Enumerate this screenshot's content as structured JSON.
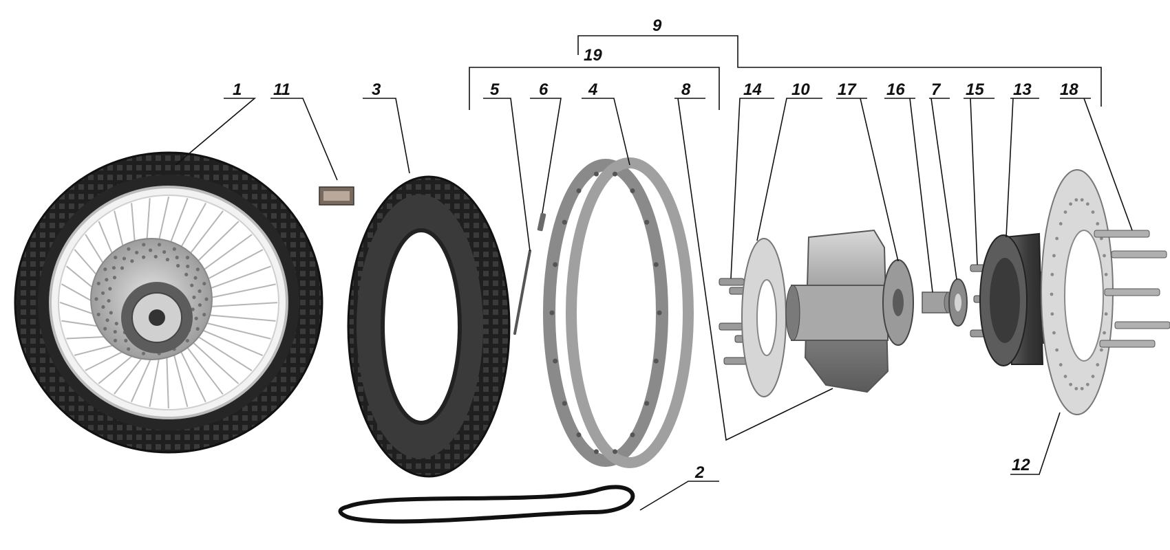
{
  "callouts": {
    "c1": "1",
    "c2": "2",
    "c3": "3",
    "c4": "4",
    "c5": "5",
    "c6": "6",
    "c7": "7",
    "c8": "8",
    "c9": "9",
    "c10": "10",
    "c11": "11",
    "c12": "12",
    "c13": "13",
    "c14": "14",
    "c15": "15",
    "c16": "16",
    "c17": "17",
    "c18": "18",
    "c19": "19"
  },
  "colors": {
    "tire": "#1c1c1c",
    "rim": "#c9c9c9",
    "metal": "#a8a8a8",
    "dark_metal": "#4a4a4a",
    "line": "#111111"
  },
  "parts": [
    {
      "id": "1",
      "name": "wheel-assembly"
    },
    {
      "id": "2",
      "name": "rim-tape"
    },
    {
      "id": "3",
      "name": "tire"
    },
    {
      "id": "4",
      "name": "rim"
    },
    {
      "id": "5",
      "name": "spoke"
    },
    {
      "id": "6",
      "name": "spoke-nipple"
    },
    {
      "id": "7",
      "name": "seal"
    },
    {
      "id": "8",
      "name": "hub"
    },
    {
      "id": "10",
      "name": "brake-disc-left"
    },
    {
      "id": "11",
      "name": "balance-weight"
    },
    {
      "id": "12",
      "name": "brake-disc-right"
    },
    {
      "id": "13",
      "name": "sprocket-carrier"
    },
    {
      "id": "14",
      "name": "disc-bolts-left"
    },
    {
      "id": "15",
      "name": "carrier-bolts"
    },
    {
      "id": "16",
      "name": "spacer"
    },
    {
      "id": "17",
      "name": "bearing-cover"
    },
    {
      "id": "18",
      "name": "disc-bolts-right"
    }
  ]
}
